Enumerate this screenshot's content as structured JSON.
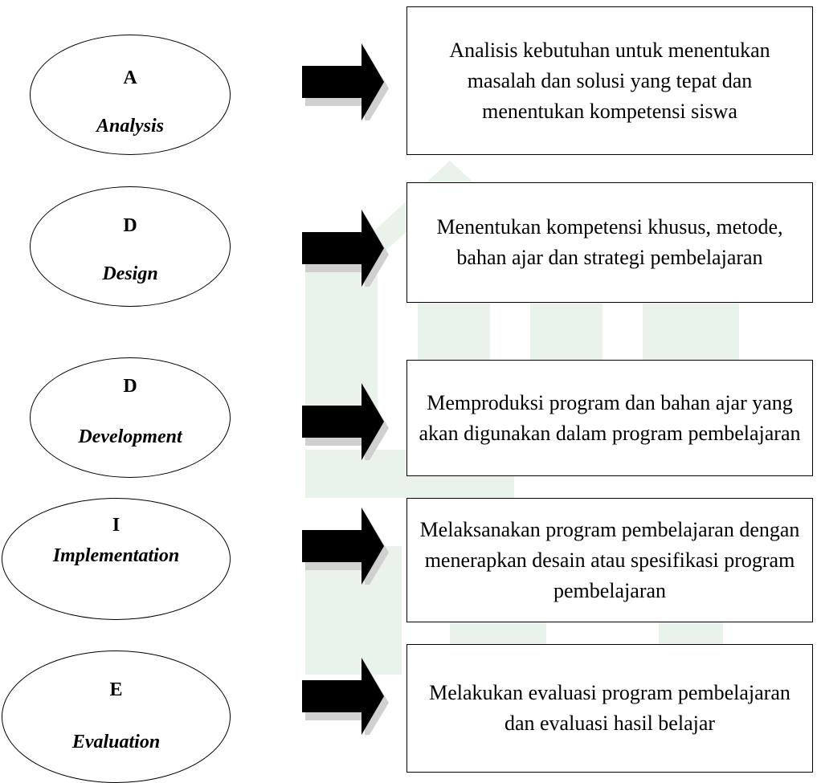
{
  "stages": [
    {
      "letter": "A",
      "name": "Analysis",
      "description": "Analisis kebutuhan untuk menentukan masalah dan solusi yang tepat dan menentukan kompetensi siswa"
    },
    {
      "letter": "D",
      "name": "Design",
      "description": "Menentukan kompetensi khusus, metode, bahan ajar dan strategi pembelajaran"
    },
    {
      "letter": "D",
      "name": "Development",
      "description": "Memproduksi program dan bahan ajar yang akan digunakan dalam program pembelajaran"
    },
    {
      "letter": "I",
      "name": "Implementation",
      "description": "Melaksanakan program pembelajaran dengan menerapkan desain atau spesifikasi program pembelajaran"
    },
    {
      "letter": "E",
      "name": "Evaluation",
      "description": "Melakukan evaluasi program pembelajaran dan evaluasi hasil belajar"
    }
  ],
  "colors": {
    "watermark": "#eaf3ea",
    "arrow_fill": "#000000",
    "arrow_shadow": "#d0d0d0"
  },
  "icons": {
    "connector": "right-arrow-icon"
  }
}
